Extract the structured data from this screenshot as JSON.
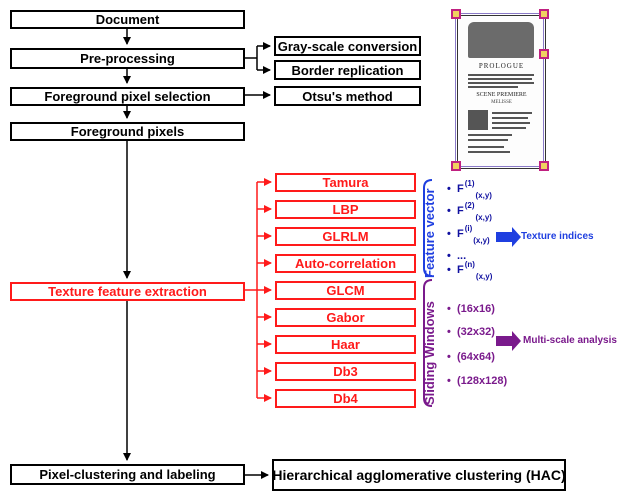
{
  "main_flow": {
    "document": "Document",
    "preprocessing": "Pre-processing",
    "foreground_selection": "Foreground pixel selection",
    "foreground_pixels": "Foreground pixels",
    "texture_extraction": "Texture feature extraction",
    "clustering": "Pixel-clustering and labeling"
  },
  "preprocessing_steps": [
    "Gray-scale conversion",
    "Border replication"
  ],
  "selection_method": "Otsu's method",
  "clustering_method": "Hierarchical agglomerative clustering (HAC)",
  "feature_methods": [
    "Tamura",
    "LBP",
    "GLRLM",
    "Auto-correlation",
    "GLCM",
    "Gabor",
    "Haar",
    "Db3",
    "Db4"
  ],
  "feature_vector": {
    "label": "Feature vector",
    "items": [
      {
        "base": "F",
        "sup": "(1)",
        "sub": "(x,y)"
      },
      {
        "base": "F",
        "sup": "(2)",
        "sub": "(x,y)"
      },
      {
        "base": "F",
        "sup": "(i)",
        "sub": "(x,y)"
      },
      {
        "base": "...",
        "sup": "",
        "sub": ""
      },
      {
        "base": "F",
        "sup": "(n)",
        "sub": "(x,y)"
      }
    ],
    "arrow_label": "Texture indices"
  },
  "sliding_windows": {
    "label": "Sliding Windows",
    "items": [
      "(16x16)",
      "(32x32)",
      "(64x64)",
      "(128x128)"
    ],
    "arrow_label": "Multi-scale analysis"
  },
  "document_image": {
    "title": "PROLOGUE",
    "heading": "SCENE PREMIERE",
    "subheading": "MELISSE"
  },
  "colors": {
    "red": "#ff1a1a",
    "blue": "#1f3fe0",
    "purple": "#7a1a8c",
    "text_blue": "#1010a0"
  },
  "icons": [
    "arrow-right-icon",
    "bracket-icon",
    "document-thumbnail"
  ]
}
